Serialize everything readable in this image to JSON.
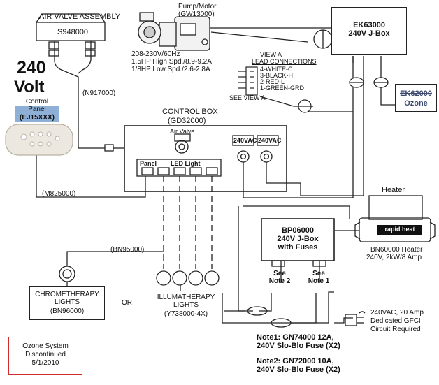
{
  "air_valve_assembly": {
    "title": "AIR VALVE ASSEMBLY",
    "part": "S948000"
  },
  "voltage": {
    "line1": "240",
    "line2": "Volt"
  },
  "control_panel": {
    "label_line1": "Control",
    "label_line2": "Panel",
    "part": "(EJ15XXX)",
    "cable": "(M825000)"
  },
  "air_hose": {
    "part": "(N917000)"
  },
  "pump": {
    "title": "Pump/Motor",
    "part": "(GW13000)",
    "spec1": "208-230V/60Hz",
    "spec2": "1.5HP High Spd./8.9-9.2A",
    "spec3": "1/8HP Low Spd./2.6-2.8A"
  },
  "view_a": {
    "title": "VIEW A",
    "subtitle": "LEAD CONNECTIONS",
    "leads": [
      "4-WHITE-C",
      "3-BLACK-H",
      "2-RED-L",
      "1-GREEN-GRD"
    ],
    "see": "SEE VIEW A"
  },
  "ek63000": {
    "part": "EK63000",
    "desc": "240V J-Box"
  },
  "ozone": {
    "part": "EK62000",
    "label": "Ozone",
    "color": "#3c4a6e"
  },
  "control_box": {
    "title": "CONTROL BOX",
    "part": "(GD32000)",
    "air_valve": "Air Valve",
    "panel": "Panel",
    "led_light": "LED Light",
    "out1": "240VAC",
    "out2": "240VAC"
  },
  "bn95000": "(BN95000)",
  "chromo": {
    "name_line1": "CHROMETHERAPY",
    "name_line2": "LIGHTS",
    "part": "(BN96000)"
  },
  "or": "OR",
  "illuma": {
    "name_line1": "ILLUMATHERAPY",
    "name_line2": "LIGHTS",
    "part": "(Y738000-4X)"
  },
  "heater": {
    "title": "Heater",
    "brand": "rapid heat",
    "model": "BN60000 Heater",
    "spec": "240V, 2kW/8 Amp"
  },
  "bp06000": {
    "part": "BP06000",
    "desc1": "240V J-Box",
    "desc2": "with Fuses"
  },
  "notes_ref": {
    "see_note2": "See",
    "note2": "Note 2",
    "see_note1": "See",
    "note1": "Note 1"
  },
  "gfci": {
    "line1": "240VAC, 20 Amp",
    "line2": "Dedicated GFCI",
    "line3": "Circuit Required"
  },
  "notes": {
    "note1_line1": "Note1: GN74000 12A,",
    "note1_line2": "240V Slo-Blo Fuse (X2)",
    "note2_line1": "Note2: GN72000 10A,",
    "note2_line2": "240V Slo-Blo Fuse (X2)"
  },
  "ozone_notice": {
    "line1": "Ozone System",
    "line2": "Discontinued",
    "line3": "5/1/2010",
    "border_color": "#d42a2a"
  },
  "colors": {
    "panel_label_bg": "#8fb0d6",
    "accent_red": "#d42a2a"
  }
}
